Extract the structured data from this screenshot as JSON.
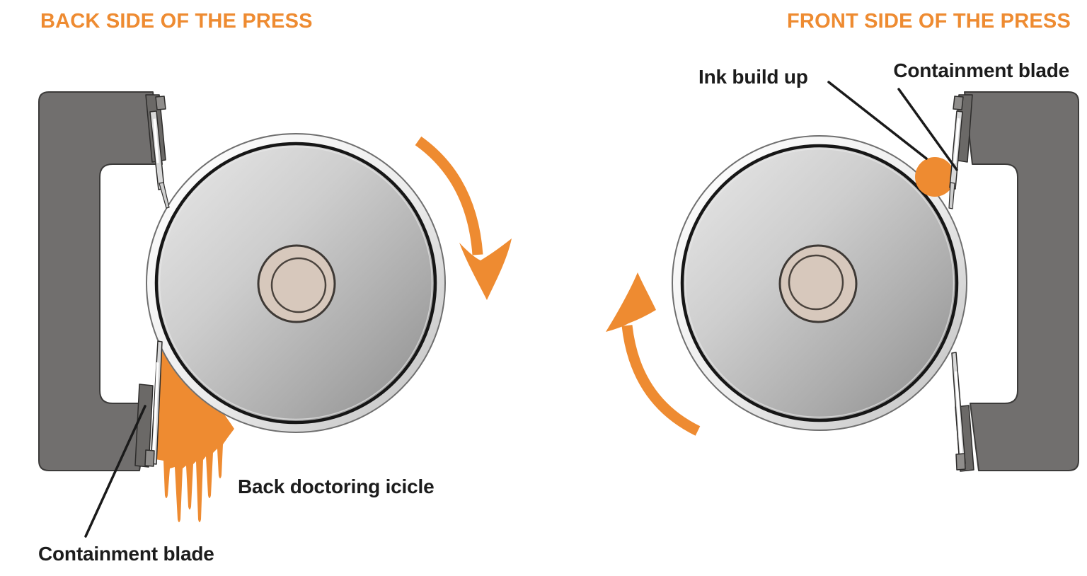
{
  "panels": {
    "back": {
      "heading": "BACK SIDE OF THE PRESS",
      "label_icicle": "Back doctoring icicle",
      "label_blade": "Containment blade",
      "drum_rotation": "clockwise"
    },
    "front": {
      "heading": "FRONT SIDE OF THE PRESS",
      "label_ink": "Ink build up",
      "label_blade": "Containment blade",
      "drum_rotation": "counter-clockwise"
    }
  },
  "colors": {
    "accent_orange": "#EE8B31",
    "label_black": "#1C1C1C",
    "frame_gray": "#716F6E",
    "blade_light_gray": "#D9D9D9",
    "hub_beige": "#D7C8BC",
    "background": "#FFFFFF"
  }
}
